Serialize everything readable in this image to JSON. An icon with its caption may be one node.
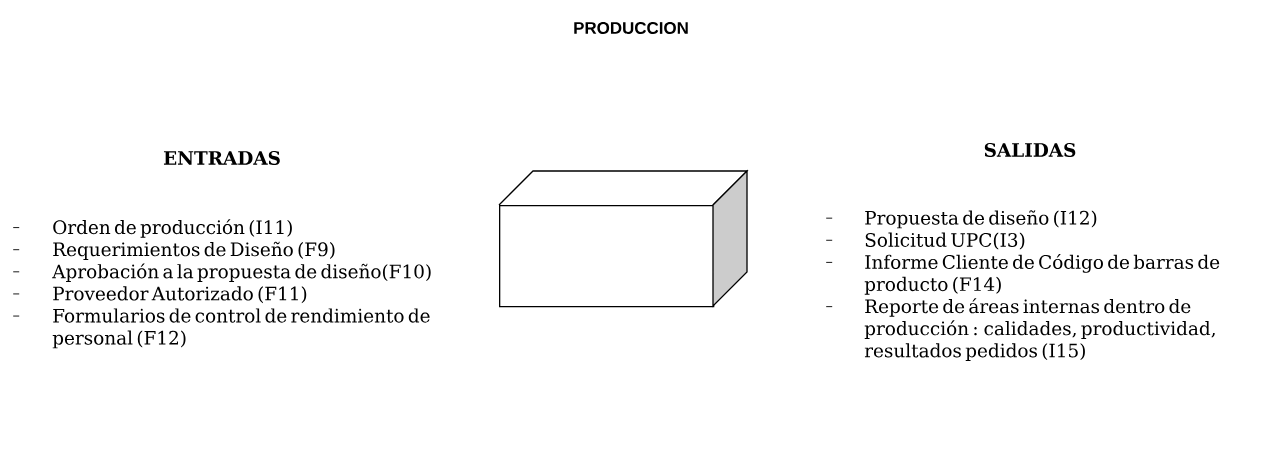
{
  "diagram": {
    "title": "PRODUCCION",
    "nodes": [
      {
        "text": [],
        "shape": "box"
      }
    ],
    "labels": [
      "ENTRADAS",
      "Orden de producción (I11)",
      "Requerimientos de Diseño (F9)",
      "Aprobación a la propuesta de diseño(F10)",
      "Proveedor Autorizado (F11)",
      "Formularios de control de rendimiento de personal (F12)",
      "SALIDAS",
      "Propuesta de diseño (I12)",
      "Solicitud UPC(I3)",
      "Informe Cliente de Código de barras de producto (F14)",
      "Reporte de áreas internas dentro de producción : calidades, productividad, resultados pedidos (I15)"
    ]
  }
}
